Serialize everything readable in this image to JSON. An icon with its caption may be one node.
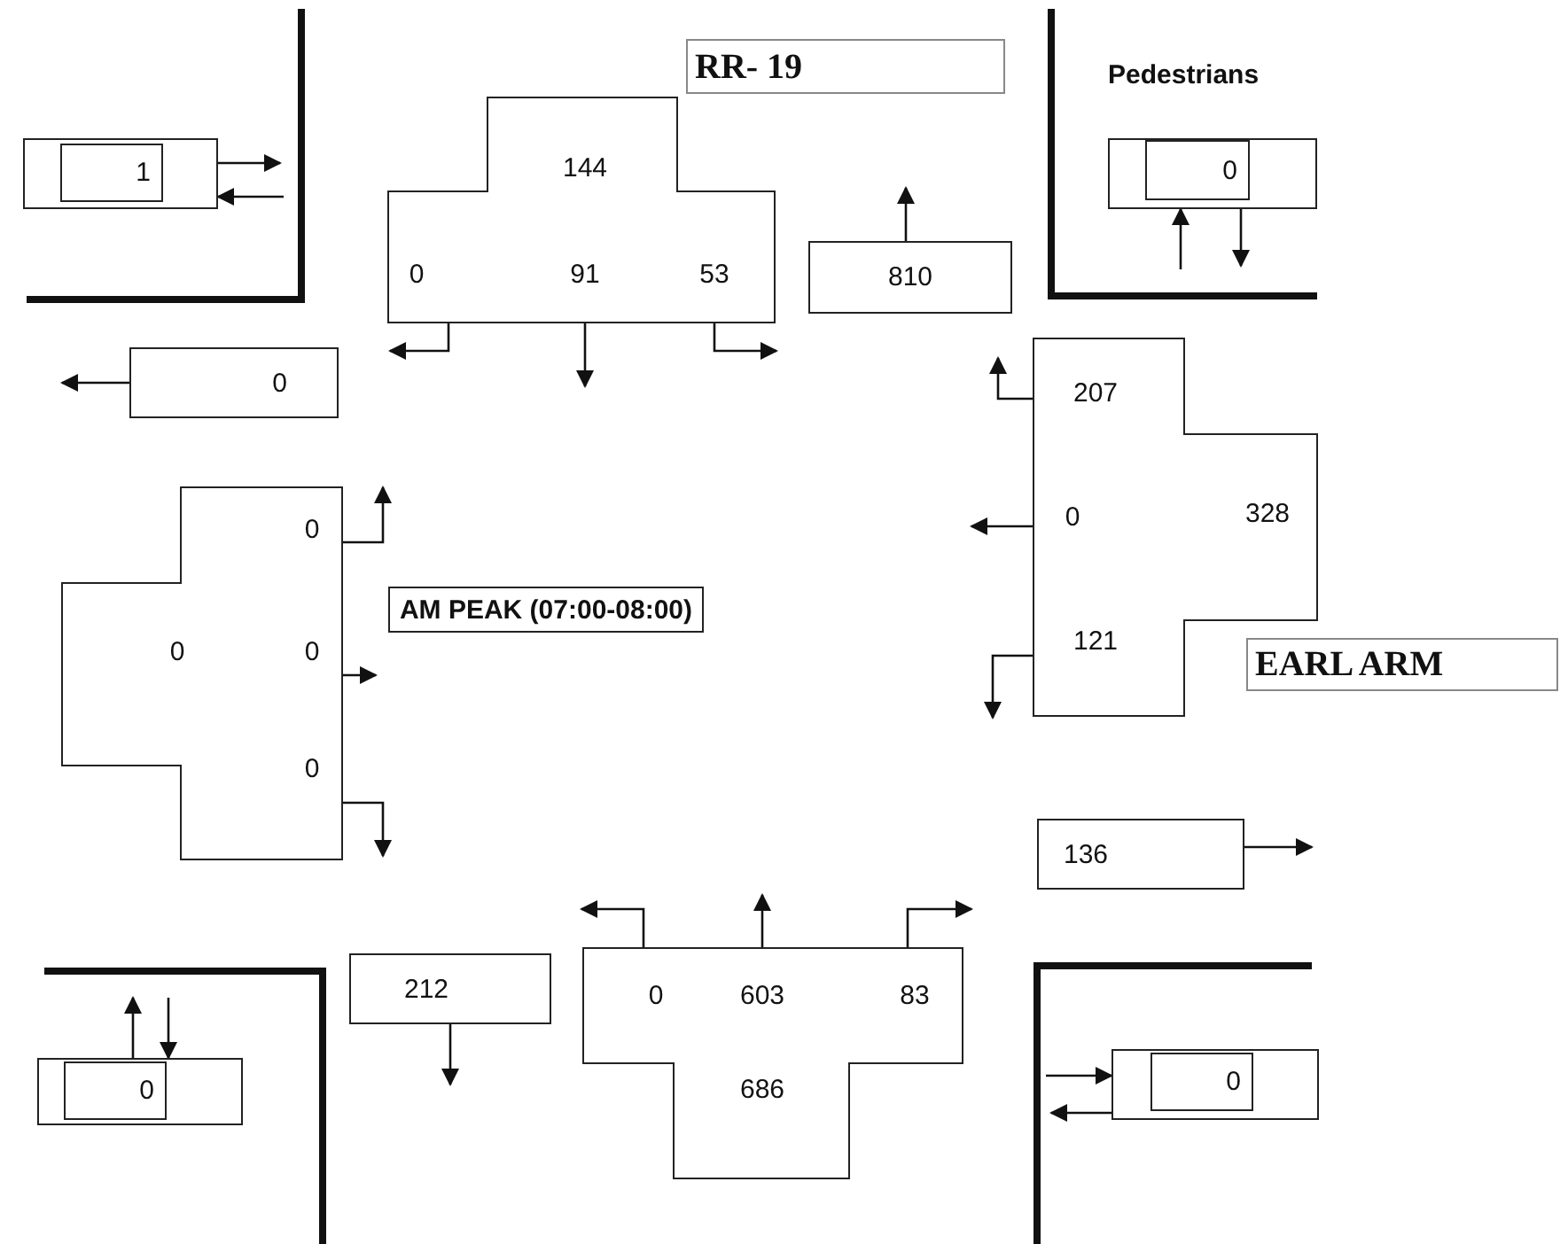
{
  "diagram": {
    "nodes": [
      {
        "text": [],
        "shape": "box"
      },
      {
        "text": [
          "1"
        ],
        "in": 0
      },
      {
        "text": [
          "144",
          "0",
          "91",
          "53"
        ]
      },
      {
        "text": [
          "RR- 19"
        ]
      },
      {
        "text": [
          "810"
        ]
      },
      {
        "text": [],
        "shape": "box"
      },
      {
        "text": [
          "0"
        ],
        "in": 5
      },
      {
        "text": [
          "0"
        ]
      },
      {
        "text": [
          "0",
          "0",
          "0",
          "0"
        ]
      },
      {
        "text": [
          "AM PEAK (07:00-08:00)"
        ]
      },
      {
        "text": [
          "207",
          "0",
          "328",
          "121"
        ]
      },
      {
        "text": [
          "EARL ARM"
        ]
      },
      {
        "text": [
          "136"
        ]
      },
      {
        "text": [
          "212"
        ]
      },
      {
        "text": [
          "0",
          "603",
          "83",
          "686"
        ]
      },
      {
        "text": [],
        "shape": "box"
      },
      {
        "text": [
          "0"
        ],
        "in": 15
      },
      {
        "text": [],
        "shape": "box"
      },
      {
        "text": [
          "0"
        ],
        "in": 17
      }
    ],
    "edges": [
      {
        "from": 0,
        "to": null,
        "arrow": "to"
      },
      {
        "from": null,
        "to": 0,
        "arrow": "to"
      },
      {
        "from": 2,
        "to": null,
        "arrow": "to"
      },
      {
        "from": 2,
        "to": null,
        "arrow": "to"
      },
      {
        "from": 2,
        "to": null,
        "arrow": "to"
      },
      {
        "from": 4,
        "to": null,
        "arrow": "to"
      },
      {
        "from": null,
        "to": 5,
        "arrow": "to"
      },
      {
        "from": 5,
        "to": null,
        "arrow": "to"
      },
      {
        "from": 7,
        "to": null,
        "arrow": "to"
      },
      {
        "from": 8,
        "to": null,
        "arrow": "to"
      },
      {
        "from": 8,
        "to": null,
        "arrow": "to"
      },
      {
        "from": 8,
        "to": null,
        "arrow": "to"
      },
      {
        "from": 10,
        "to": null,
        "arrow": "to"
      },
      {
        "from": 10,
        "to": null,
        "arrow": "to"
      },
      {
        "from": 10,
        "to": null,
        "arrow": "to"
      },
      {
        "from": 12,
        "to": null,
        "arrow": "to"
      },
      {
        "from": 13,
        "to": null,
        "arrow": "to"
      },
      {
        "from": 14,
        "to": null,
        "arrow": "to"
      },
      {
        "from": 14,
        "to": null,
        "arrow": "to"
      },
      {
        "from": 14,
        "to": null,
        "arrow": "to"
      },
      {
        "from": 15,
        "to": null,
        "arrow": "to"
      },
      {
        "from": null,
        "to": 15,
        "arrow": "to"
      },
      {
        "from": null,
        "to": 17,
        "arrow": "to"
      },
      {
        "from": 17,
        "to": null,
        "arrow": "to"
      }
    ],
    "labels": [
      "Pedestrians"
    ]
  }
}
